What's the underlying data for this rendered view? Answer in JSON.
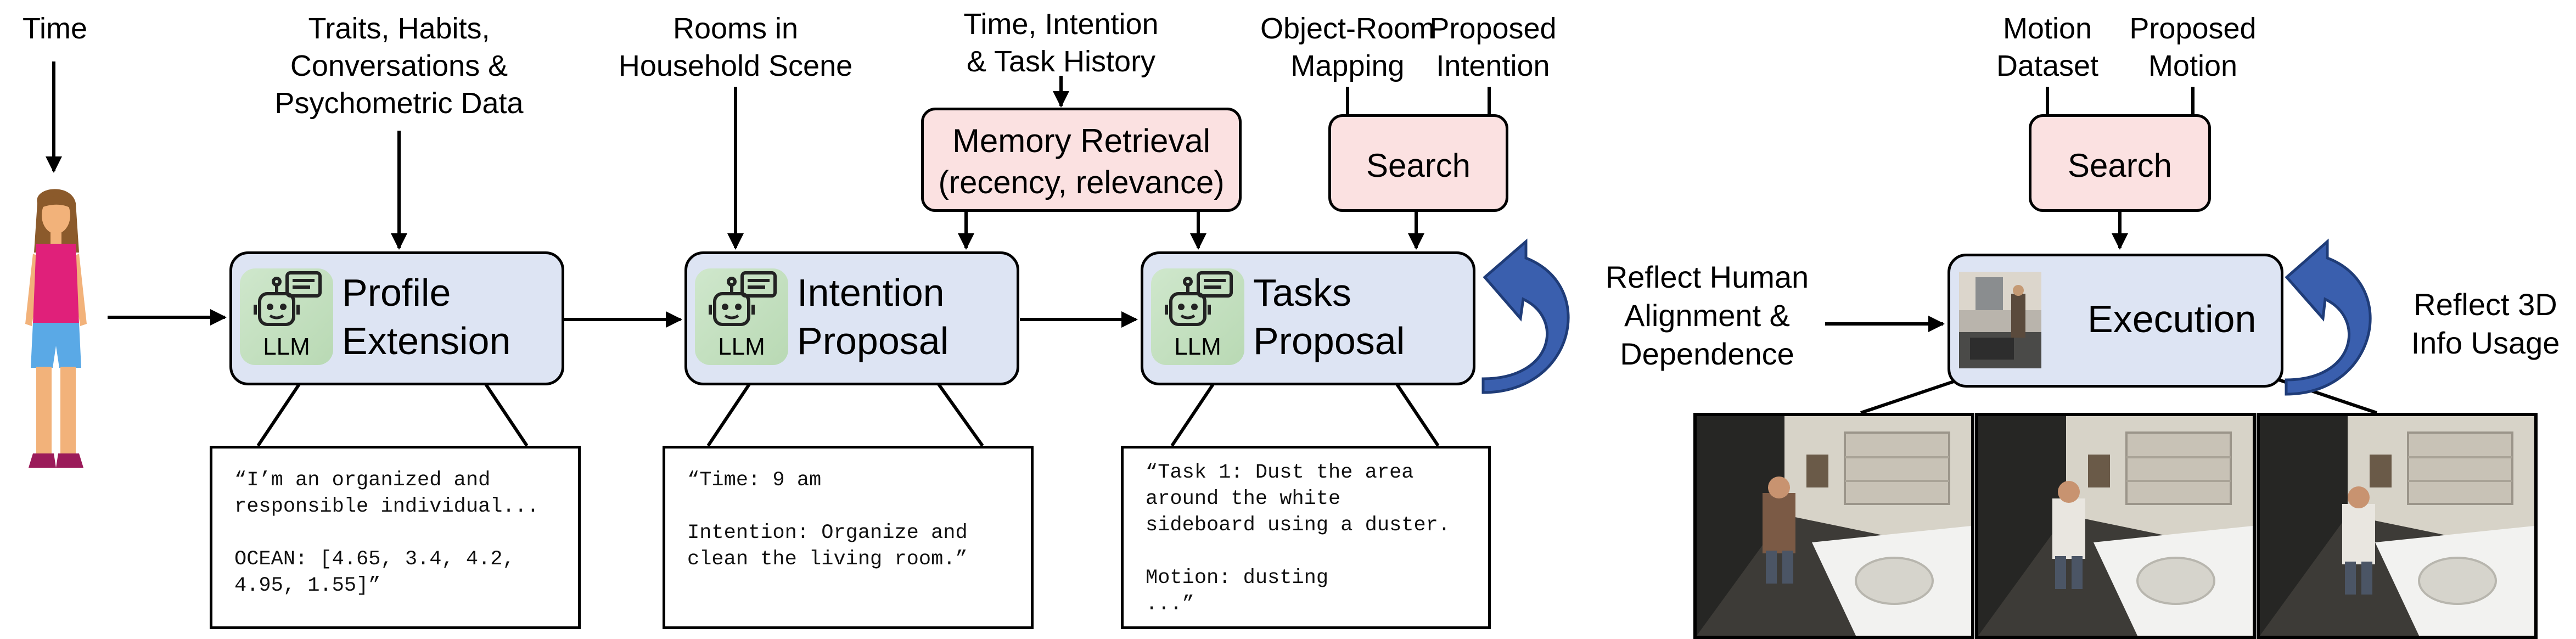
{
  "inputs": {
    "time": "Time",
    "traits": [
      "Traits, Habits,",
      "Conversations &",
      "Psychometric Data"
    ],
    "rooms": [
      "Rooms in",
      "Household Scene"
    ],
    "time_intention": [
      "Time, Intention",
      "& Task History"
    ],
    "object_room": [
      "Object-Room",
      "Mapping"
    ],
    "proposed_intention": [
      "Proposed",
      "Intention"
    ],
    "motion_dataset": [
      "Motion",
      "Dataset"
    ],
    "proposed_motion": [
      "Proposed",
      "Motion"
    ]
  },
  "stages": {
    "profile": [
      "Profile",
      "Extension"
    ],
    "intention": [
      "Intention",
      "Proposal"
    ],
    "tasks": [
      "Tasks",
      "Proposal"
    ],
    "execution": "Execution",
    "llm_label": "LLM"
  },
  "modules": {
    "memory_title": "Memory Retrieval",
    "memory_sub": "(recency, relevance)",
    "search1": "Search",
    "search2": "Search"
  },
  "reflect": {
    "human": [
      "Reflect Human",
      "Alignment &",
      "Dependence"
    ],
    "info": [
      "Reflect 3D",
      "Info Usage"
    ]
  },
  "quotes": {
    "profile": "“I’m an organized and\nresponsible individual...\n\nOCEAN: [4.65, 3.4, 4.2,\n4.95, 1.55]”",
    "intention": "“Time: 9 am\n\nIntention: Organize and\nclean the living room.”",
    "tasks": "“Task 1: Dust the area\naround the white\nsideboard using a duster.\n\nMotion: dusting\n...”"
  },
  "colors": {
    "stage_fill": "#dde4f3",
    "module_fill": "#fbe1e1",
    "llm_fill": "#c4dfc0",
    "reflect_arrow": "#3a5fae"
  },
  "icons": [
    "person-figure",
    "llm-robot-icon",
    "reflect-arrow-icon",
    "scene-thumbnail",
    "bathroom-render"
  ]
}
